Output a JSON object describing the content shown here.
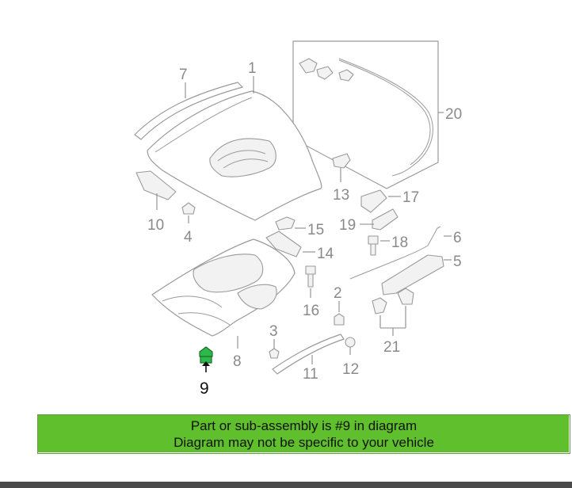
{
  "colors": {
    "banner_bg": "#5fbf2c",
    "highlight_part": "#2db84a",
    "line_gray": "#9a9a9a",
    "label_gray": "#8a8a8a",
    "bottom_bar": "#4a4a4a"
  },
  "callouts": {
    "c1": "1",
    "c2": "2",
    "c3": "3",
    "c4": "4",
    "c5": "5",
    "c6": "6",
    "c7": "7",
    "c8": "8",
    "c9": "9",
    "c10": "10",
    "c11": "11",
    "c12": "12",
    "c13": "13",
    "c14": "14",
    "c15": "15",
    "c16": "16",
    "c17": "17",
    "c18": "18",
    "c19": "19",
    "c20": "20",
    "c21": "21"
  },
  "banner": {
    "line1": "Part or sub-assembly is #9 in diagram",
    "line2": "Diagram may not be specific to your vehicle"
  }
}
